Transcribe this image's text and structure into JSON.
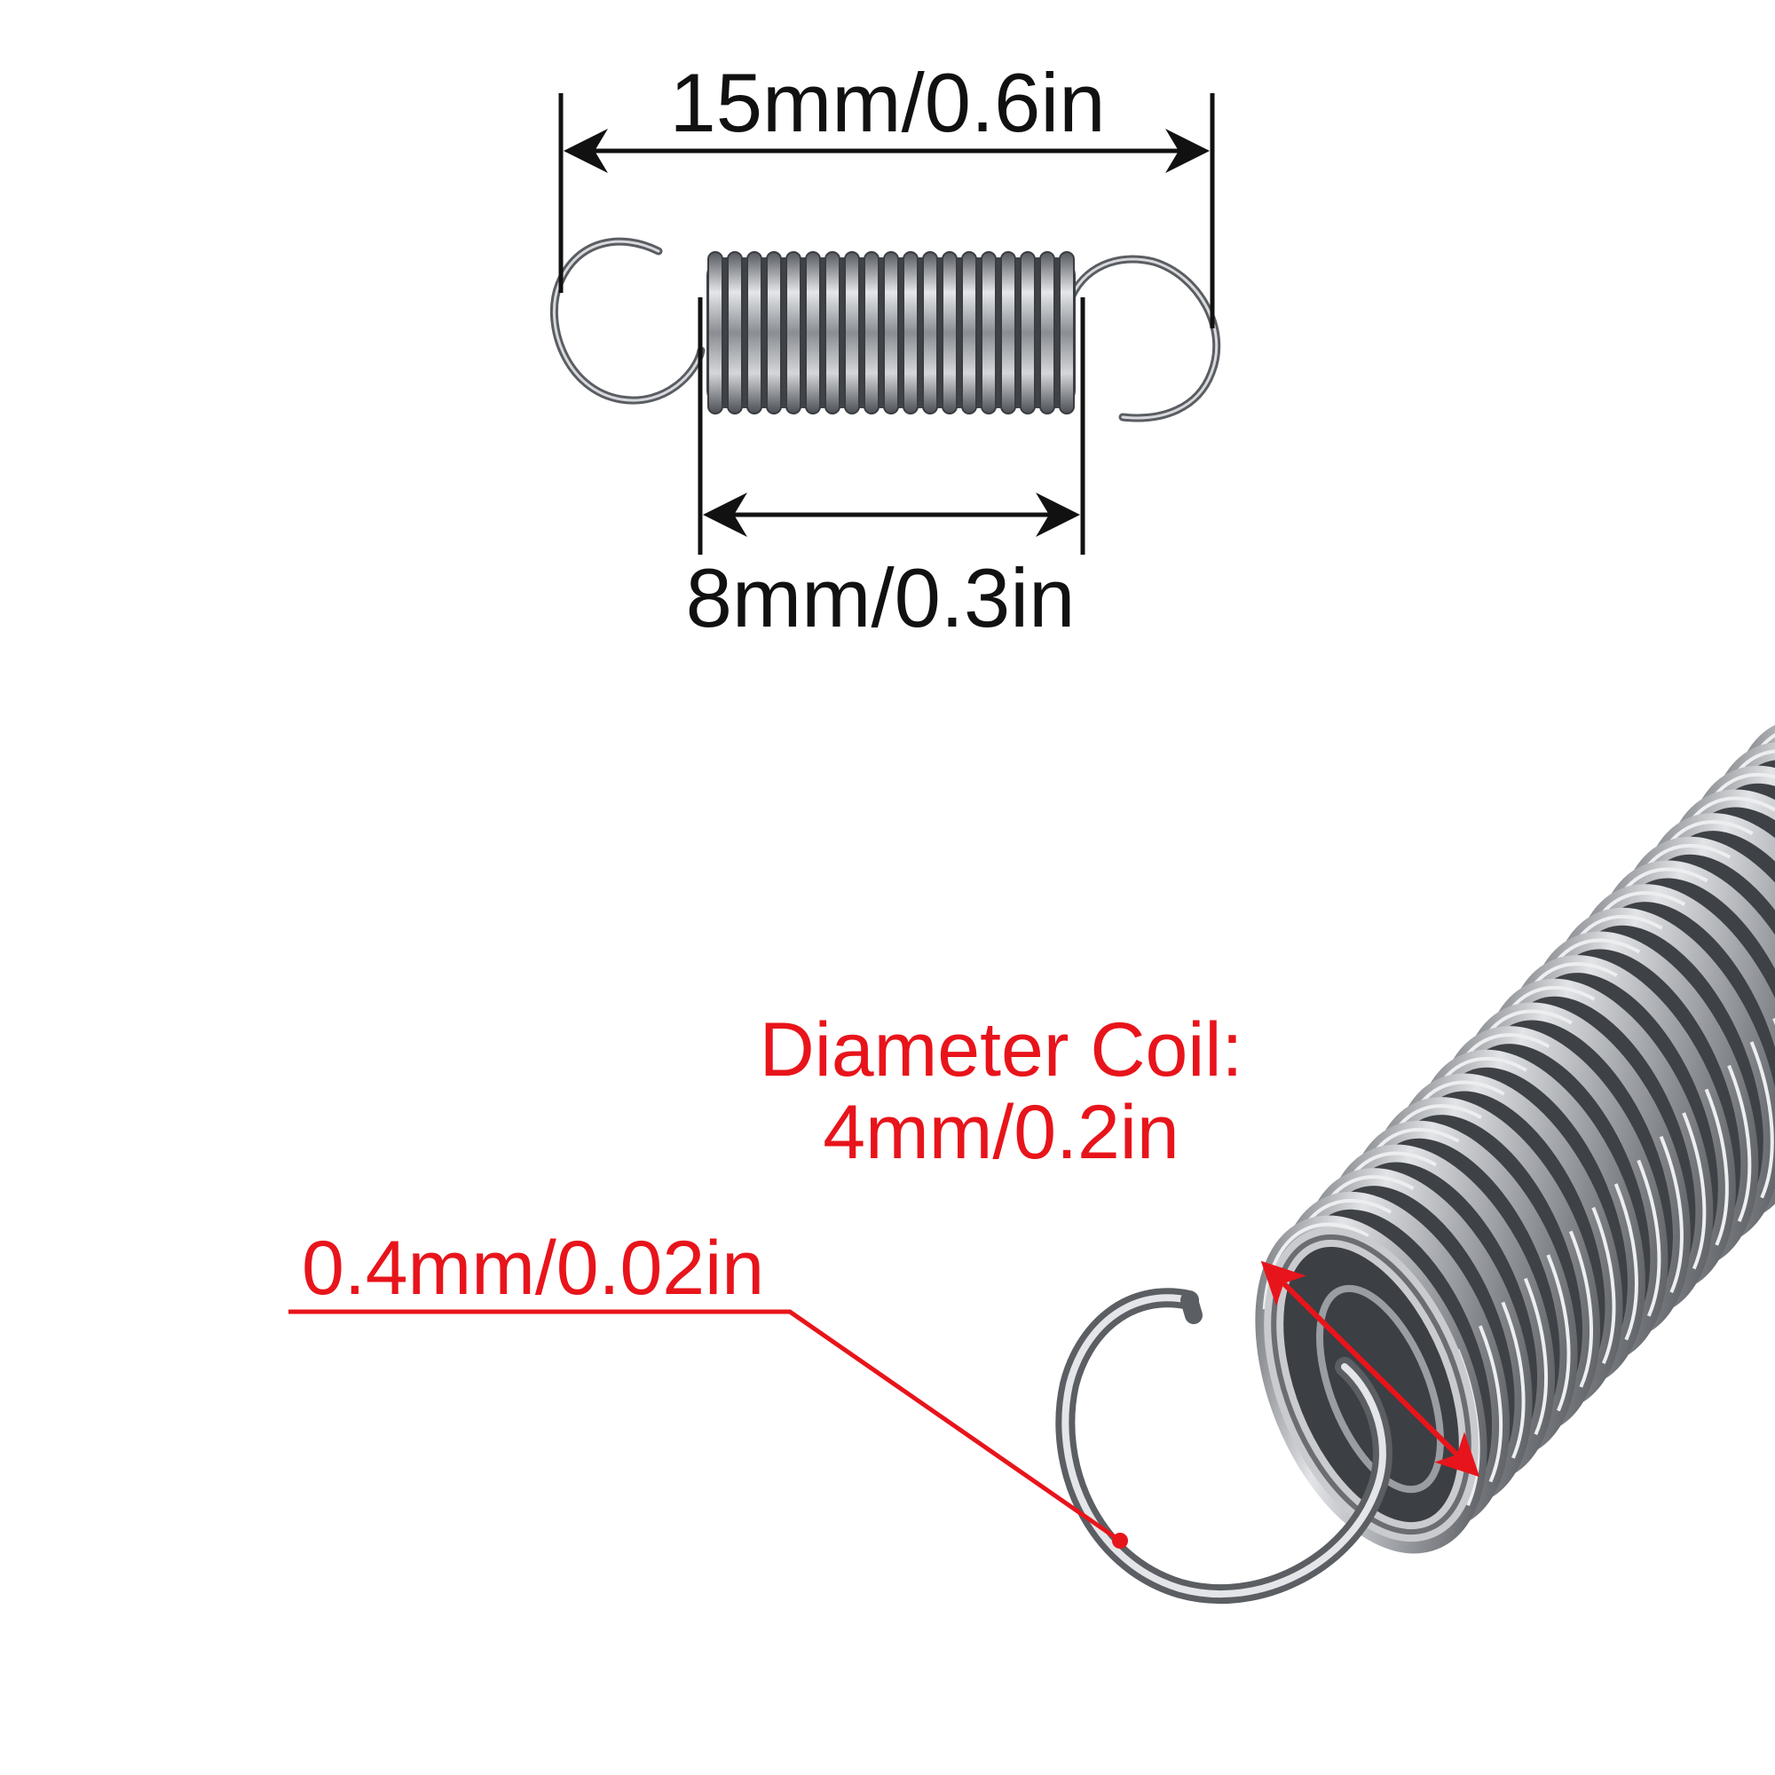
{
  "dimensions": {
    "total_length": "15mm/0.6in",
    "body_length": "8mm/0.3in",
    "coil_diameter_title": "Diameter Coil:",
    "coil_diameter_value": "4mm/0.2in",
    "wire_diameter": "0.4mm/0.02in"
  },
  "colors": {
    "dimension_line": "#111111",
    "annotation": "#e8141b",
    "spring_dark": "#4a4d52",
    "spring_light": "#dfe1e4"
  }
}
